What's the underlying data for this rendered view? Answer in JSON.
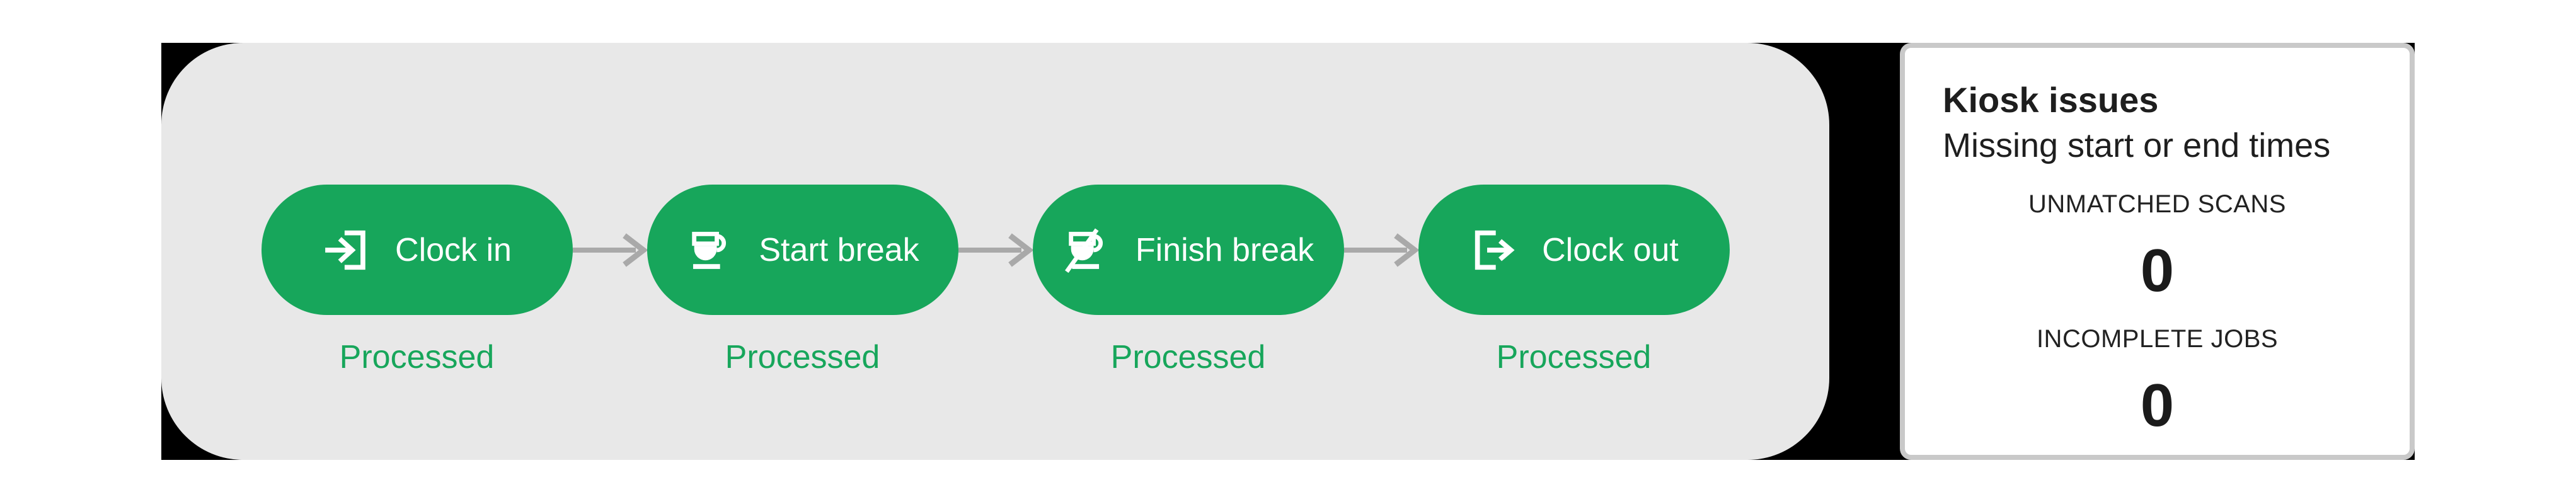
{
  "colors": {
    "green": "#17A65B",
    "panel_bg": "#E8E8E8",
    "page_bg": "#FFFFFF",
    "backdrop": "#000000",
    "arrow": "#A9A9A9",
    "card_border": "#C9C9C9",
    "text_dark": "#1E1E1E"
  },
  "flow": {
    "steps": [
      {
        "label": "Clock in",
        "status": "Processed"
      },
      {
        "label": "Start break",
        "status": "Processed"
      },
      {
        "label": "Finish break",
        "status": "Processed"
      },
      {
        "label": "Clock out",
        "status": "Processed"
      }
    ]
  },
  "kiosk": {
    "title": "Kiosk issues",
    "subtitle": "Missing start or end times",
    "stats": [
      {
        "label": "UNMATCHED SCANS",
        "value": "0"
      },
      {
        "label": "INCOMPLETE JOBS",
        "value": "0"
      }
    ]
  }
}
